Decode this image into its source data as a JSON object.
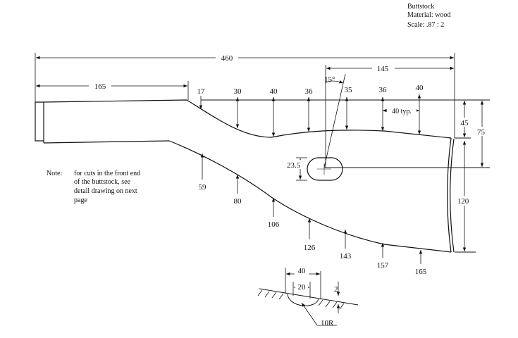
{
  "title_block": {
    "line1": "Buttstock",
    "line2": "Material: wood",
    "line3": "Scale: .87 : 2"
  },
  "dimensions": {
    "overall_length": "460",
    "front_length": "165",
    "rear_span": "145",
    "angle": "15°",
    "hole_height": "23.5",
    "typ_spacing": "40 typ.",
    "top_depths": [
      "17",
      "30",
      "40",
      "36",
      "35",
      "36",
      "40"
    ],
    "bottom_depths": [
      "59",
      "80",
      "106",
      "126",
      "143",
      "157",
      "165"
    ],
    "butt_top": "45",
    "butt_mid": "75",
    "butt_height": "120"
  },
  "note": {
    "label": "Note:",
    "lines": [
      "for cuts in the front end",
      "of the buttstock, see",
      "detail drawing on next",
      "page"
    ]
  },
  "detail": {
    "width_outer": "40",
    "width_inner": "20",
    "depth": "2",
    "radius": "10R"
  }
}
